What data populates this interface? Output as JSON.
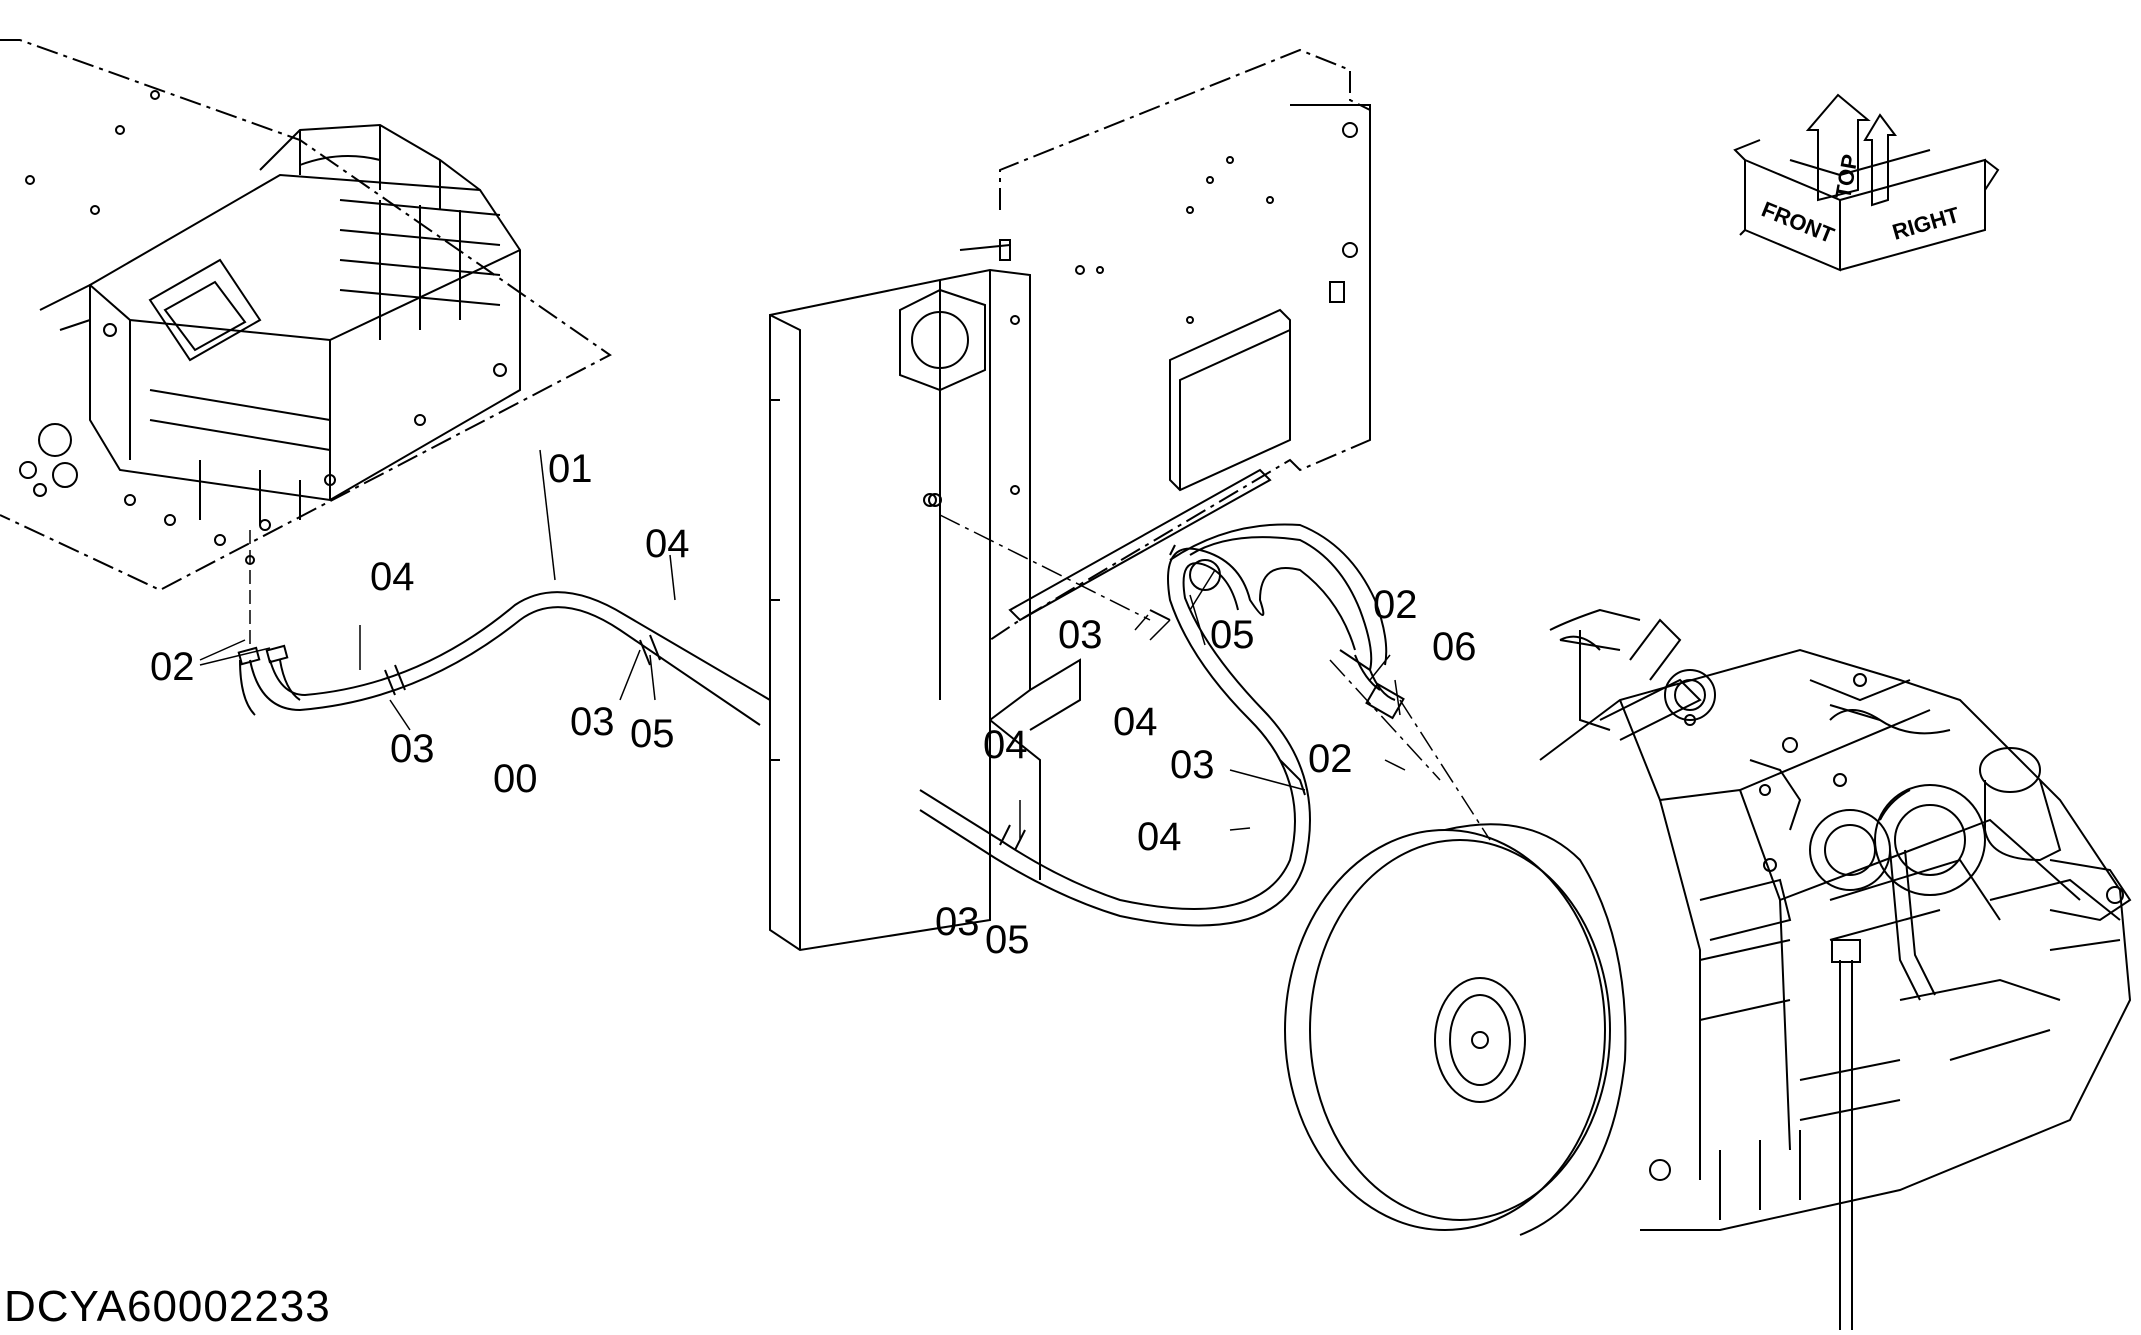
{
  "drawing_id": "DCYA60002233",
  "orientation_indicator": {
    "top": "TOP",
    "front": "FRONT",
    "right": "RIGHT"
  },
  "callouts": [
    {
      "id": "c00",
      "label": "00"
    },
    {
      "id": "c01",
      "label": "01"
    },
    {
      "id": "c02a",
      "label": "02"
    },
    {
      "id": "c02b",
      "label": "02"
    },
    {
      "id": "c02c",
      "label": "02"
    },
    {
      "id": "c03a",
      "label": "03"
    },
    {
      "id": "c03b",
      "label": "03"
    },
    {
      "id": "c03c",
      "label": "03"
    },
    {
      "id": "c03d",
      "label": "03"
    },
    {
      "id": "c03e",
      "label": "03"
    },
    {
      "id": "c04a",
      "label": "04"
    },
    {
      "id": "c04b",
      "label": "04"
    },
    {
      "id": "c04c",
      "label": "04"
    },
    {
      "id": "c04d",
      "label": "04"
    },
    {
      "id": "c04e",
      "label": "04"
    },
    {
      "id": "c05a",
      "label": "05"
    },
    {
      "id": "c05b",
      "label": "05"
    },
    {
      "id": "c05c",
      "label": "05"
    },
    {
      "id": "c06",
      "label": "06"
    }
  ]
}
